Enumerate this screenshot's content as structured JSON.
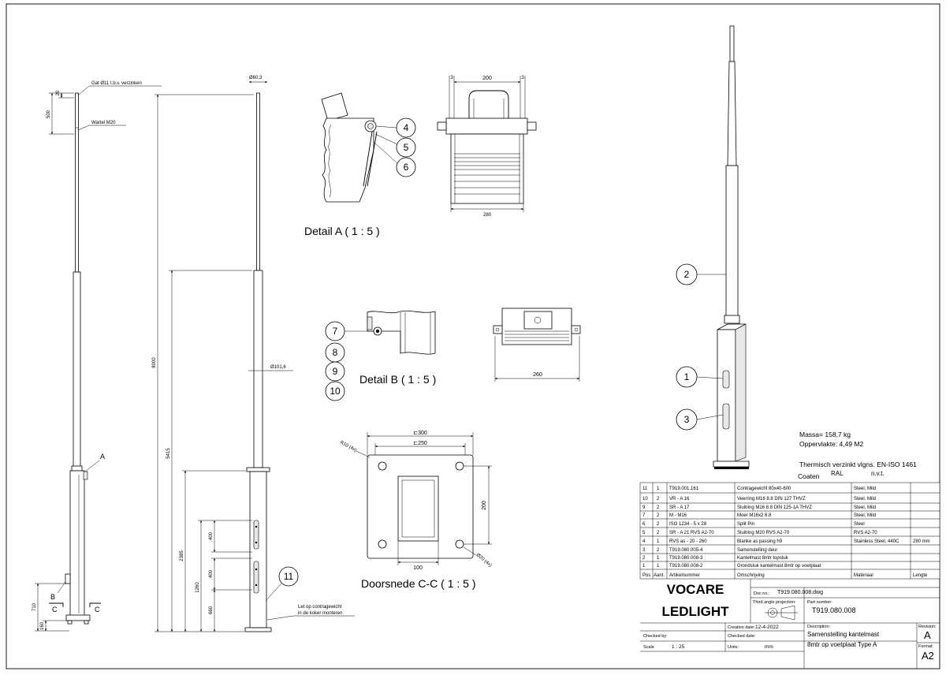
{
  "side_view": {
    "hole_note": "Gat Ø11 t.b.v. verzinken",
    "gland_note": "Wartel M20",
    "dim_20": "20",
    "dim_500": "500",
    "dim_710": "710",
    "dim_160": "160",
    "marker_a": "A",
    "marker_b": "B",
    "marker_c_left": "C",
    "marker_c_right": "C"
  },
  "front_view": {
    "dia_top": "Ø60,3",
    "dia_mid": "Ø101,6",
    "dim_8000": "8000",
    "dim_5415": "5415",
    "dim_2385": "2385",
    "dim_1260": "1260",
    "dim_400_upper": "400",
    "dim_400_lower": "400",
    "dim_660": "660",
    "balloon_11": "11",
    "note_line1": "Let op contragewicht",
    "note_line2": "in de koker monteren"
  },
  "detail_a": {
    "title": "Detail A ( 1 : 5 )",
    "balloons": [
      "4",
      "5",
      "6"
    ]
  },
  "door_top_view": {
    "dim_left": "3",
    "dim_width": "200",
    "dim_right": "3",
    "dim_overall": "280"
  },
  "detail_b": {
    "title": "Detail B ( 1 : 5 )",
    "balloons": [
      "7",
      "8",
      "9",
      "10"
    ]
  },
  "axle_view": {
    "dim_overall": "260"
  },
  "section_cc": {
    "title": "Doorsnede C-C ( 1 : 5 )",
    "dim_outer": "⊏300",
    "dim_inner": "⊏250",
    "radius_note": "R10 (4x)",
    "dim_hole_spacing": "200",
    "dim_tube": "100",
    "hole_note": "Ø20 (4x)"
  },
  "iso_view": {
    "balloons": [
      "2",
      "1",
      "3"
    ]
  },
  "notes": {
    "mass": "Massa= 158,7 kg",
    "surface": "Oppervlakte: 4,49 M2",
    "galvanize": "Thermisch verzinkt vlgns. EN-ISO 1461",
    "coating_label": "Coaten",
    "ral_label": "RAL",
    "ral_value": "n.v.t."
  },
  "parts_list": {
    "header": {
      "pos": "Pos",
      "qty": "Aant.",
      "artikel": "Artikelnummer",
      "omschrijving": "Omschrijving",
      "materiaal": "Materiaal",
      "lengte": "Lengte"
    },
    "rows": [
      {
        "pos": "11",
        "qty": "1",
        "artikel": "T919.001.161",
        "omschrijving": "Contragewicht 80x40-600",
        "materiaal": "Steel, Mild",
        "lengte": ""
      },
      {
        "pos": "10",
        "qty": "2",
        "artikel": "VR - A 16",
        "omschrijving": "Veerring M16 8.8 DIN 127  THVZ",
        "materiaal": "Steel, Mild",
        "lengte": ""
      },
      {
        "pos": "9",
        "qty": "2",
        "artikel": "SR - A 17",
        "omschrijving": "Sluitring M16 8.8 DIN 125-1A THVZ",
        "materiaal": "Steel, Mild",
        "lengte": ""
      },
      {
        "pos": "7",
        "qty": "2",
        "artikel": "M - M16",
        "omschrijving": "Moer  M16x2 8.8",
        "materiaal": "Steel, Mild",
        "lengte": ""
      },
      {
        "pos": "6",
        "qty": "2",
        "artikel": "ISO 1234 - 5 x 28",
        "omschrijving": "Split Pin",
        "materiaal": "Steel",
        "lengte": ""
      },
      {
        "pos": "5",
        "qty": "2",
        "artikel": "SR - A 21 RVS A2-70",
        "omschrijving": "Sluitring M20 RVS A2-70",
        "materiaal": "RVS A2-70",
        "lengte": ""
      },
      {
        "pos": "4",
        "qty": "1",
        "artikel": "RVS as - 20 - 260",
        "omschrijving": "Blanke as passing h9",
        "materiaal": "Stainless Steel, 440C",
        "lengte": "280 mm"
      },
      {
        "pos": "3",
        "qty": "2",
        "artikel": "T919.080.005-4",
        "omschrijving": "Samenstelling deur",
        "materiaal": "",
        "lengte": ""
      },
      {
        "pos": "2",
        "qty": "1",
        "artikel": "T919.080.008-3",
        "omschrijving": "Kantelmast 8mtr topstuk",
        "materiaal": "",
        "lengte": ""
      },
      {
        "pos": "1",
        "qty": "1",
        "artikel": "T919.080.008-2",
        "omschrijving": "Grondstuk kantelmast 8mtr op voetplaat",
        "materiaal": "",
        "lengte": ""
      }
    ]
  },
  "title_block": {
    "company_line1": "VOCARE",
    "company_line2": "LEDLIGHT",
    "doc_no_label": "Doc no.:",
    "doc_no": "T919.080.008.dwg",
    "projection_label": "Third angle projection:",
    "part_number_label": "Part number:",
    "part_number": "T919.080.008",
    "creation_date_label": "Creation date:",
    "creation_date": "12-4-2022",
    "description_label": "Description:",
    "description_line1": "Samenstelling kantelmast",
    "description_line2": "8mtr op voetplaat Type A",
    "revision_label": "Revision:",
    "revision": "A",
    "checked_by_label": "Checked by:",
    "checked_date_label": "Checked date:",
    "format_label": "Format:",
    "format": "A2",
    "scale_label": "Scale",
    "scale": "1 : 25",
    "units_label": "Units:",
    "units": "mm"
  }
}
